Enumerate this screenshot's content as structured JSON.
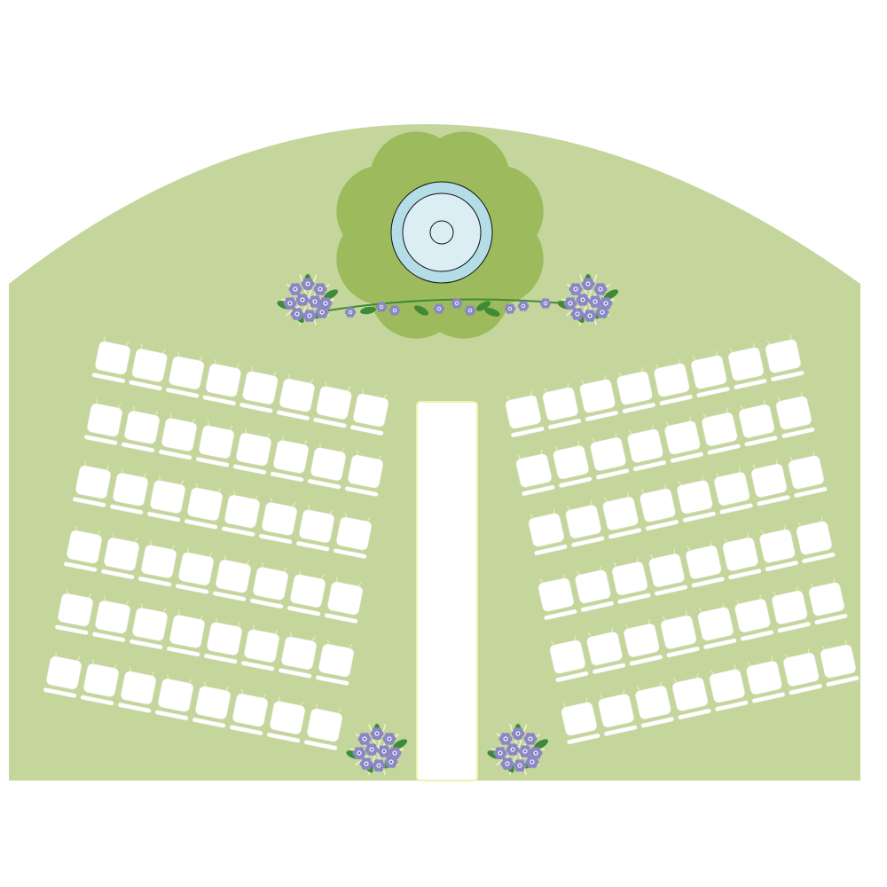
{
  "colors": {
    "lawn": "#c4d69c",
    "altar_blob": "#9dbb5c",
    "water_outer": "#b5dde8",
    "water_inner": "#daeef3",
    "chair": "#ffffff",
    "aisle": "#ffffff",
    "aisle_border": "#eef3b0",
    "flower": "#8a88c4",
    "leaf": "#3f8a36"
  },
  "seating": {
    "left_section": {
      "rows": 6,
      "chairs_per_row": 8
    },
    "right_section": {
      "rows": 6,
      "chairs_per_row": 8
    }
  },
  "icons": [
    "fountain-icon",
    "flower-garland-icon",
    "flower-bouquet-icon",
    "chair-icon"
  ]
}
